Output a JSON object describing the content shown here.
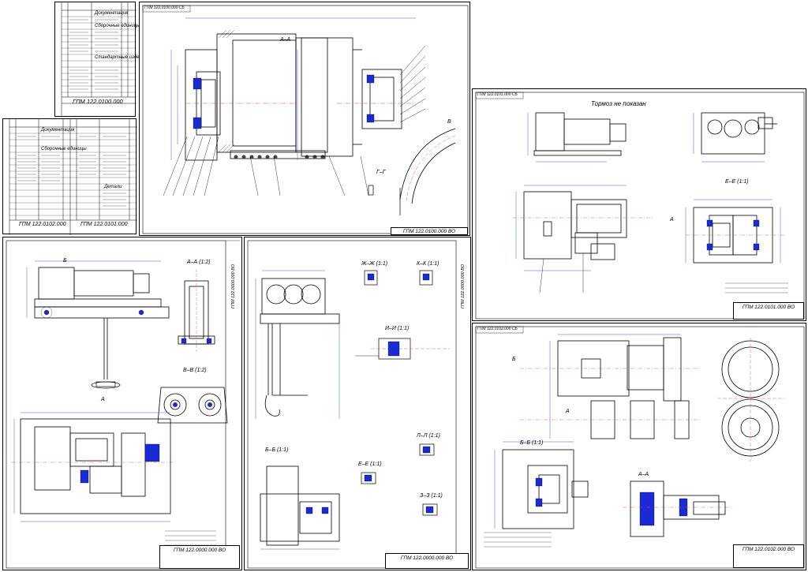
{
  "spec_sheet_1": {
    "code": "ГПМ 122.0100.000",
    "sections": [
      "Документация",
      "Сборочные единицы",
      "Стандартные изделия"
    ]
  },
  "spec_sheet_2": {
    "code_left": "ГПМ 122.0102.000",
    "code_right": "ГПМ 122.0101.000",
    "sections": [
      "Документация",
      "Сборочные единицы",
      "Детали"
    ]
  },
  "sheet_top": {
    "corner_code": "ГПМ 122.0100.000 СБ",
    "stamp_code": "ГПМ 122.0100.000 ВО",
    "view_labels": [
      "А–А",
      "В",
      "Г–Г"
    ]
  },
  "sheet_right_top": {
    "corner_code": "ГПМ 122.0101.000 СБ",
    "note": "Тормоз не показан",
    "view_labels": [
      "Е–Е (1:1)",
      "А"
    ],
    "stamp_code": "ГПМ 122.0101.000 ВО"
  },
  "sheet_right_bottom": {
    "corner_code": "ГПМ 122.0102.000 СБ",
    "view_labels": [
      "Б–Б (1:1)",
      "А–А",
      "А",
      "Б"
    ],
    "stamp_code": "ГПМ 122.0102.000 ВО"
  },
  "sheet_bottom_left": {
    "side_code": "ГПМ 122.0000.000 ВО",
    "view_labels": [
      "А–А (1:2)",
      "В–В (1:2)",
      "А",
      "Б"
    ],
    "stamp_code": "ГПМ 122.0000.000 ВО"
  },
  "sheet_bottom_mid": {
    "side_code": "ГПМ 122.0000.000 ВО",
    "view_labels": [
      "Ж–Ж (1:1)",
      "К–К (1:1)",
      "И–И (1:1)",
      "Б–Б (1:1)",
      "Л–Л (1:1)",
      "Е–Е (1:1)",
      "З–З (1:1)"
    ],
    "stamp_code": "ГПМ 122.0000.000 ВО"
  },
  "colors": {
    "line": "#000000",
    "dimension": "#1a2bd6",
    "center": "#e04a2a"
  }
}
